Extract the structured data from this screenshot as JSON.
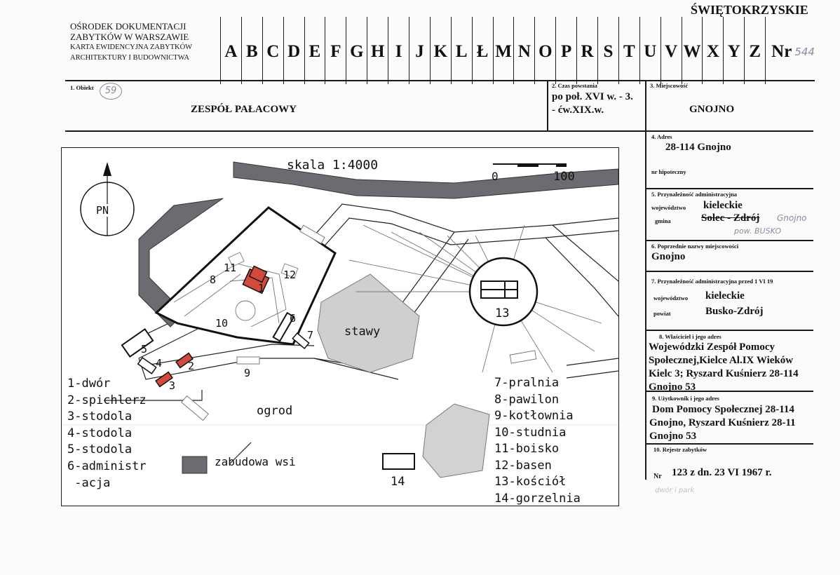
{
  "region": "ŚWIĘTOKRZYSKIE",
  "institution": {
    "line1": "OŚRODEK DOKUMENTACJI",
    "line2": "ZABYTKÓW W WARSZAWIE",
    "line3": "KARTA EWIDENCYJNA ZABYTKÓW",
    "line4": "ARCHITEKTURY I BUDOWNICTWA"
  },
  "alphabet": [
    "A",
    "B",
    "C",
    "D",
    "E",
    "F",
    "G",
    "H",
    "I",
    "J",
    "K",
    "L",
    "Ł",
    "M",
    "N",
    "O",
    "P",
    "R",
    "S",
    "T",
    "U",
    "V",
    "W",
    "X",
    "Y",
    "Z"
  ],
  "nr": {
    "label": "Nr",
    "value": "544"
  },
  "obiekt": {
    "label": "1. Obiekt",
    "circled": "59",
    "value": "ZESPÓŁ PAŁACOWY"
  },
  "czas": {
    "label": "2. Czas powstania",
    "line1": "po poł. XVI w. - 3.",
    "line2": "- ćw.XIX.w."
  },
  "miejscowosc": {
    "label": "3. Miejscowość",
    "value": "GNOJNO"
  },
  "adres": {
    "label": "4. Adres",
    "value": "28-114 Gnojno",
    "hip_label": "nr hipoteczny"
  },
  "przynaleznosc": {
    "label": "5. Przynależność administracyjna",
    "woj_label": "województwo",
    "woj_value": "kieleckie",
    "gmina_label": "gmina",
    "gmina_value": "Solec - Zdrój",
    "hand1": "Gnojno",
    "hand2": "pow. BUSKO"
  },
  "poprzednie": {
    "label": "6. Poprzednie nazwy miejscowości",
    "value": "Gnojno"
  },
  "przynaleznosc_przed": {
    "label": "7. Przynależność administracyjna  przed 1 VI 19",
    "woj_label": "województwo",
    "woj_value": "kieleckie",
    "powiat_label": "powiat",
    "powiat_value": "Busko-Zdrój"
  },
  "wlasciciel": {
    "label": "8. Właściciel i jego adres",
    "lines": [
      "Wojewódzki Zespół Pomocy",
      "Społecznej,Kielce Al.IX Wieków",
      "Kielc 3; Ryszard Kuśnierz 28-114",
      "Gnojno 53"
    ]
  },
  "uzytkownik": {
    "label": "9. Użytkownik i jego adres",
    "lines": [
      "Dom Pomocy Społecznej 28-114",
      "Gnojno,  Ryszard Kuśnierz 28-11",
      "Gnojno 53"
    ]
  },
  "rejestr": {
    "label": "10. Rejestr zabytków",
    "nr_label": "Nr",
    "value": "123 z dn. 23 VI 1967 r.",
    "hand": "dwór i park"
  },
  "map": {
    "scale_title": "skala 1:4000",
    "scale_start": "0",
    "scale_end": "100",
    "north": "PN",
    "labels": {
      "n1": "1",
      "n2": "2",
      "n3": "3",
      "n4": "4",
      "n5": "5",
      "n6": "6",
      "n7": "7",
      "n8": "8",
      "n9": "9",
      "n10": "10",
      "n11": "11",
      "n12": "12",
      "n13": "13",
      "n14": "14",
      "stawy": "stawy",
      "ogrod": "ogrod"
    },
    "legend_left": [
      "1-dwór",
      "2-spichlerz",
      "3-stodola",
      "4-stodola",
      "5-stodola",
      "6-administr",
      " -acja"
    ],
    "legend_right": [
      "7-pralnia",
      "8-pawilon",
      "9-kotłownia",
      "10-studnia",
      "11-boisko",
      "12-basen",
      "13-kościół",
      "14-gorzelnia"
    ],
    "zabudowa": "zabudowa wsi",
    "colors": {
      "red": "#d24a3a",
      "road_dark": "#6b6b72",
      "pond": "#cfcfcf"
    }
  }
}
